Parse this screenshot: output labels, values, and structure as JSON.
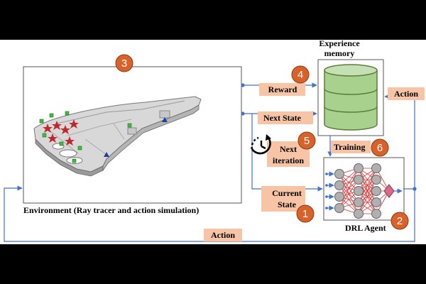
{
  "colors": {
    "badge": "#d9622b",
    "badge_stroke": "#8a3a13",
    "label_bg": "#f7c4a6",
    "arrow": "#4472c4",
    "db_fill": "#a9d18e",
    "db_stroke": "#5b7d3c",
    "nn_node": "#b0b0b0",
    "nn_line": "#e03030",
    "nn_out": "#d66b8a"
  },
  "diagram": {
    "env_caption": "Environment (Ray tracer and action simulation)",
    "memory_title_1": "Experience",
    "memory_title_2": "memory",
    "agent_caption": "DRL Agent",
    "labels": {
      "reward": "Reward",
      "next_state": "Next State",
      "next_iteration_1": "Next",
      "next_iteration_2": "iteration",
      "training": "Training",
      "current_state_1": "Current",
      "current_state_2": "State",
      "action_right": "Action",
      "action_bottom": "Action"
    },
    "badges": {
      "b1": "1",
      "b2": "2",
      "b3": "3",
      "b4": "4",
      "b5": "5",
      "b6": "6"
    },
    "icons": {
      "timer": "clock-refresh-icon",
      "memory": "database-icon",
      "agent": "neural-network-icon"
    }
  }
}
